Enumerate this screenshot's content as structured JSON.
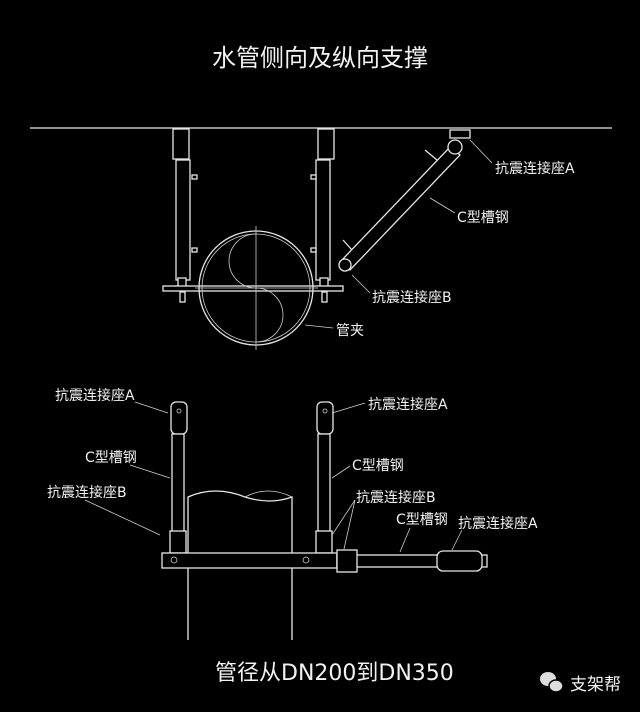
{
  "title": "水管侧向及纵向支撑",
  "top_view": {
    "labels": {
      "seat_a": "抗震连接座A",
      "channel": "C型槽钢",
      "seat_b": "抗震连接座B",
      "clamp": "管夹"
    }
  },
  "bottom_view": {
    "labels": {
      "left_seat_a": "抗震连接座A",
      "left_channel": "C型槽钢",
      "left_seat_b": "抗震连接座B",
      "right_seat_a": "抗震连接座A",
      "right_channel": "C型槽钢",
      "right_seat_b": "抗震连接座B",
      "horiz_channel": "C型槽钢",
      "horiz_seat_a": "抗震连接座A"
    }
  },
  "caption": "管径从DN200到DN350",
  "watermark": {
    "icon": "wechat-icon",
    "text": "支架帮"
  }
}
